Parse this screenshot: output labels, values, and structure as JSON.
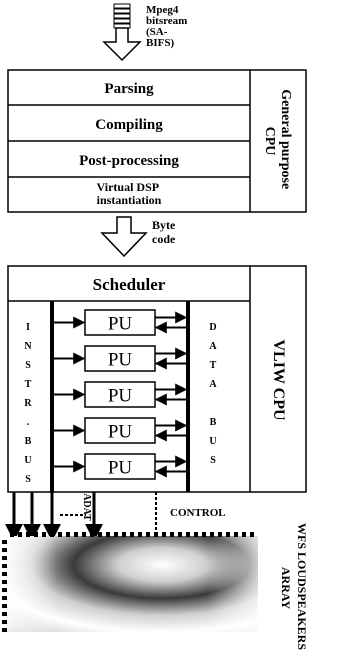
{
  "input": {
    "label_lines": [
      "Mpeg4",
      "bitsream",
      "(SA-",
      "BIFS)"
    ]
  },
  "cpu": {
    "label_lines": [
      "General purpose",
      "CPU"
    ],
    "stages": [
      {
        "lines": [
          "Parsing"
        ]
      },
      {
        "lines": [
          "Compiling"
        ]
      },
      {
        "lines": [
          "Post-processing"
        ]
      },
      {
        "lines": [
          "Virtual DSP",
          "instantiation"
        ]
      }
    ]
  },
  "bytecode": {
    "label_lines": [
      "Byte",
      "code"
    ]
  },
  "vliw": {
    "label": "VLIW CPU",
    "scheduler": "Scheduler",
    "pu_label": "PU",
    "pu_count": 5,
    "instr_bus_letters": [
      "I",
      "N",
      "S",
      "T",
      "R",
      ".",
      "B",
      "U",
      "S"
    ],
    "data_bus_letters": [
      "D",
      "A",
      "T",
      "A",
      "",
      "B",
      "U",
      "S"
    ]
  },
  "outputs": {
    "adat": "ADAT",
    "control": "CONTROL"
  },
  "wfs": {
    "label_lines": [
      "WFS LOUDSPEAKERS",
      "ARRAY"
    ]
  }
}
